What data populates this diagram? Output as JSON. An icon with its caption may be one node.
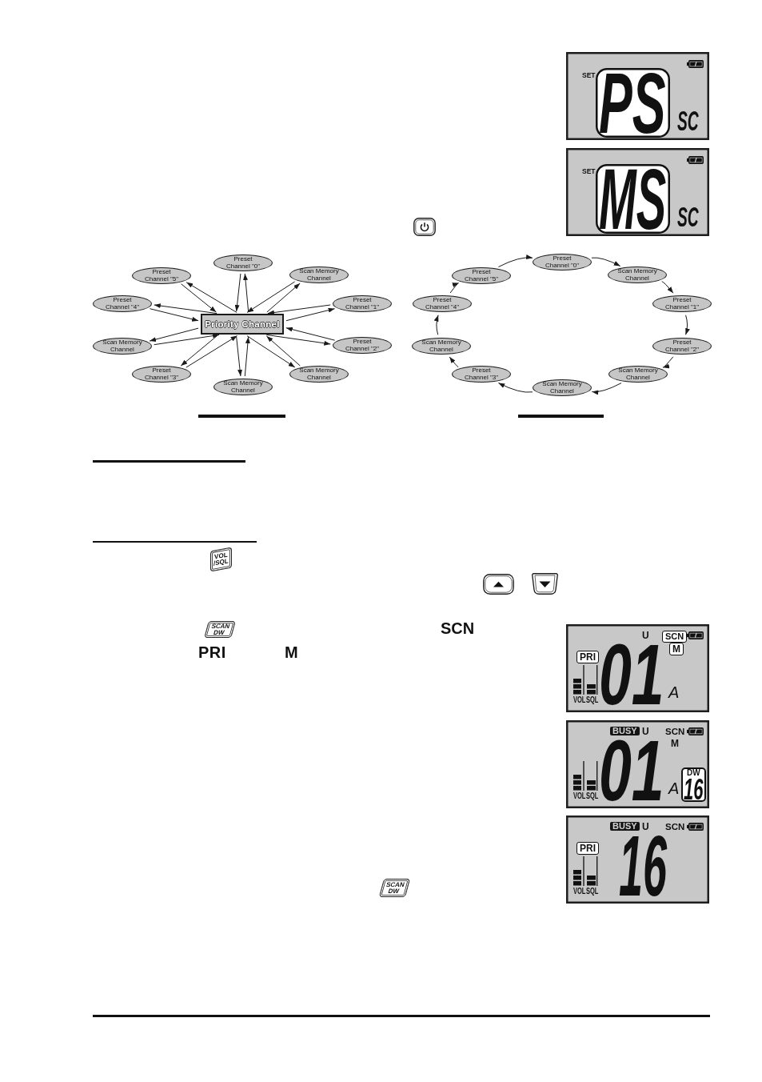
{
  "diagram": {
    "nodes": [
      {
        "text": [
          "Preset Channel \"0\""
        ]
      },
      {
        "text": [
          "Preset Channel \"5\""
        ]
      },
      {
        "text": [
          "Scan Memory Channel"
        ]
      },
      {
        "text": [
          "Preset Channel \"4\""
        ]
      },
      {
        "text": [
          "Preset Channel \"1\""
        ]
      },
      {
        "text": [
          "Priority Channel"
        ]
      },
      {
        "text": [
          "Scan Memory Channel"
        ]
      },
      {
        "text": [
          "Preset Channel \"2\""
        ]
      },
      {
        "text": [
          "Preset Channel \"3\""
        ]
      },
      {
        "text": [
          "Scan Memory Channel"
        ]
      },
      {
        "text": [
          "Scan Memory Channel"
        ]
      },
      {
        "text": [
          "Preset Channel \"0\""
        ]
      },
      {
        "text": [
          "Preset Channel \"5\""
        ]
      },
      {
        "text": [
          "Scan Memory Channel"
        ]
      },
      {
        "text": [
          "Preset Channel \"4\""
        ]
      },
      {
        "text": [
          "Preset Channel \"1\""
        ]
      },
      {
        "text": [
          "Scan Memory Channel"
        ]
      },
      {
        "text": [
          "Preset Channel \"2\""
        ]
      },
      {
        "text": [
          "Preset Channel \"3\""
        ]
      },
      {
        "text": [
          "Scan Memory Channel"
        ]
      },
      {
        "text": [
          "Scan Memory Channel"
        ]
      }
    ],
    "edges": [
      {
        "from": 5,
        "to": 0,
        "arrow": "to"
      },
      {
        "from": 0,
        "to": 5,
        "arrow": "to"
      },
      {
        "from": 5,
        "to": 1,
        "arrow": "to"
      },
      {
        "from": 1,
        "to": 5,
        "arrow": "to"
      },
      {
        "from": 5,
        "to": 2,
        "arrow": "to"
      },
      {
        "from": 2,
        "to": 5,
        "arrow": "to"
      },
      {
        "from": 5,
        "to": 3,
        "arrow": "to"
      },
      {
        "from": 3,
        "to": 5,
        "arrow": "to"
      },
      {
        "from": 5,
        "to": 4,
        "arrow": "to"
      },
      {
        "from": 4,
        "to": 5,
        "arrow": "to"
      },
      {
        "from": 5,
        "to": 6,
        "arrow": "to"
      },
      {
        "from": 6,
        "to": 5,
        "arrow": "to"
      },
      {
        "from": 5,
        "to": 7,
        "arrow": "to"
      },
      {
        "from": 7,
        "to": 5,
        "arrow": "to"
      },
      {
        "from": 5,
        "to": 8,
        "arrow": "to"
      },
      {
        "from": 8,
        "to": 5,
        "arrow": "to"
      },
      {
        "from": 5,
        "to": 9,
        "arrow": "to"
      },
      {
        "from": 9,
        "to": 5,
        "arrow": "to"
      },
      {
        "from": 5,
        "to": 10,
        "arrow": "to"
      },
      {
        "from": 10,
        "to": 5,
        "arrow": "to"
      },
      {
        "from": 11,
        "to": 13,
        "arrow": "to"
      },
      {
        "from": 13,
        "to": 15,
        "arrow": "to"
      },
      {
        "from": 15,
        "to": 17,
        "arrow": "to"
      },
      {
        "from": 17,
        "to": 19,
        "arrow": "to"
      },
      {
        "from": 19,
        "to": 20,
        "arrow": "to"
      },
      {
        "from": 20,
        "to": 18,
        "arrow": "to"
      },
      {
        "from": 18,
        "to": 16,
        "arrow": "to"
      },
      {
        "from": 16,
        "to": 14,
        "arrow": "to"
      },
      {
        "from": 14,
        "to": 12,
        "arrow": "to"
      },
      {
        "from": 12,
        "to": 11,
        "arrow": "to"
      }
    ],
    "labels": [
      "SET",
      "PS",
      "SC",
      "SET",
      "MS",
      "SC",
      "VOL /SQL",
      "SCAN DW",
      "SCN",
      "PRI",
      "M",
      "U",
      "SCN",
      "M",
      "PRI",
      "01",
      "A",
      "VOL",
      "SQL",
      "BUSY",
      "U",
      "SCN",
      "M",
      "01",
      "A",
      "DW",
      "16",
      "VOL",
      "SQL",
      "BUSY",
      "U",
      "SCN",
      "PRI",
      "16",
      "VOL",
      "SQL",
      "SCAN DW"
    ]
  }
}
